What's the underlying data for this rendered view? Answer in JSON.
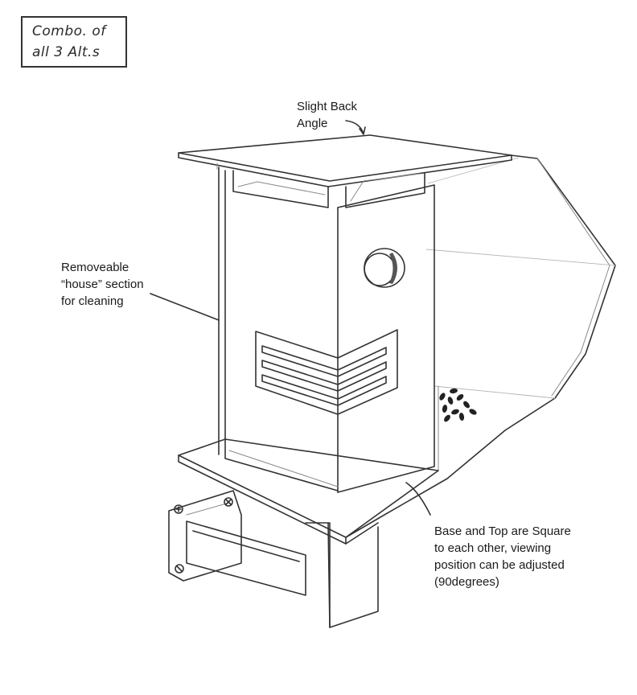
{
  "note": {
    "lines": [
      "Combo. of",
      "all 3 Alt.s"
    ]
  },
  "annotations": {
    "angle": [
      "Slight Back",
      "Angle"
    ],
    "house": [
      "Removeable",
      "“house” section",
      "for cleaning"
    ],
    "base": [
      "Base and Top are Square",
      "to each other, viewing",
      "position can be adjusted",
      "(90degrees)"
    ]
  }
}
